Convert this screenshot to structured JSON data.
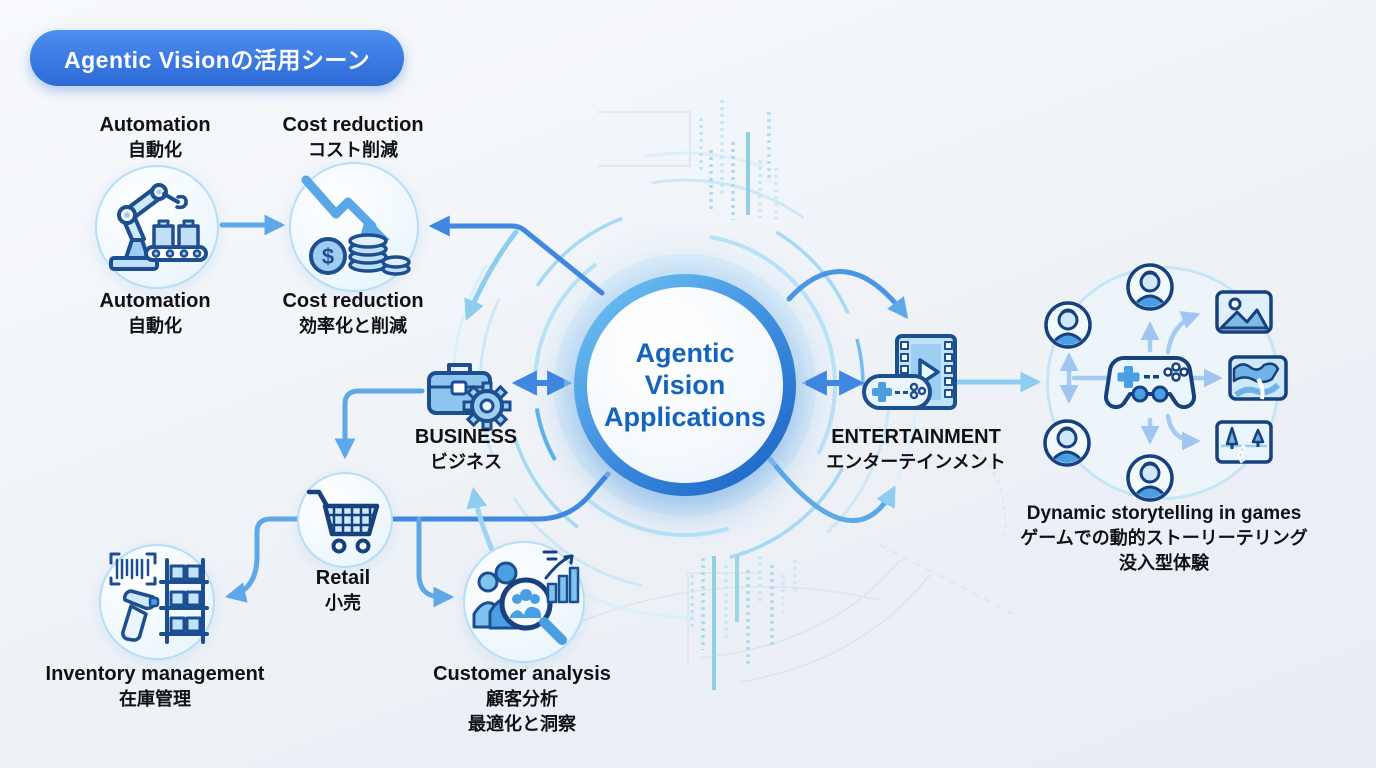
{
  "title": "Agentic Visionの活用シーン",
  "center": {
    "line1": "Agentic",
    "line2": "Vision",
    "line3": "Applications"
  },
  "nodes": {
    "automation": {
      "top_en": "Automation",
      "top_ja": "自動化",
      "bottom_en": "Automation",
      "bottom_ja": "自動化"
    },
    "cost_reduction": {
      "top_en": "Cost reduction",
      "top_ja": "コスト削減",
      "bottom_en": "Cost reduction",
      "bottom_ja": "効率化と削減"
    },
    "business": {
      "en": "BUSINESS",
      "ja": "ビジネス"
    },
    "entertainment": {
      "en": "ENTERTAINMENT",
      "ja": "エンターテインメント"
    },
    "retail": {
      "en": "Retail",
      "ja": "小売"
    },
    "inventory": {
      "en": "Inventory management",
      "ja": "在庫管理"
    },
    "customer_analysis": {
      "en": "Customer analysis",
      "ja1": "顧客分析",
      "ja2": "最適化と洞察"
    },
    "storytelling": {
      "en": "Dynamic storytelling in games",
      "ja1": "ゲームでの動的ストーリーテリング",
      "ja2": "没入型体験"
    }
  },
  "icons": {
    "automation": "robot-arm-icon",
    "cost_reduction": "declining-arrow-coins-icon",
    "business": "briefcase-gear-icon",
    "entertainment": "film-gamepad-icon",
    "retail": "shopping-cart-icon",
    "inventory": "barcode-scanner-shelf-icon",
    "customer_analysis": "people-magnifier-chart-icon",
    "game_cluster": "gamepad-icon",
    "avatars": "player-avatar-icon",
    "scene_images": [
      "picture-icon",
      "map-icon",
      "landscape-icon"
    ]
  },
  "colors": {
    "accent": "#2c6ad6",
    "center_text": "#1563bd",
    "arrow": "#3f87e0",
    "arrow_light": "#8ecdf0",
    "icon_stroke": "#1d4e8f",
    "node_border": "#b8def5",
    "rain_teal": "#8fd0e2",
    "text": "#101114"
  }
}
